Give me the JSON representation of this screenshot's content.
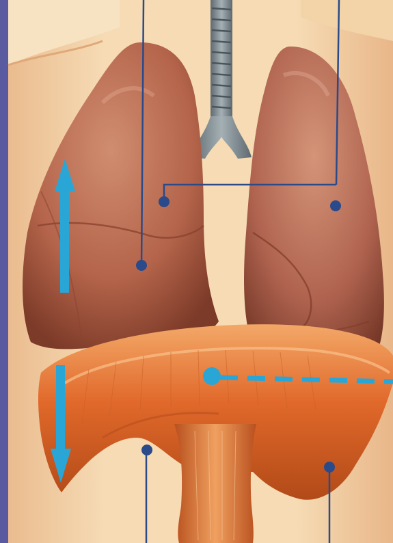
{
  "figure": {
    "kind": "anatomical illustration",
    "colors": {
      "frame": "#5a5aa0",
      "skin": "#f3d3a6",
      "skin_shadow": "#e6b488",
      "lung_right": "#b4644a",
      "lung_right_light": "#cf8c6e",
      "lung_left": "#a85a44",
      "lung_left_light": "#c98468",
      "trachea": "#7e8c92",
      "trachea_ring": "#4e5a60",
      "diaphragm": "#e06a2a",
      "diaphragm_light": "#f5a060",
      "diaphragm_dark": "#b94e1c",
      "label_line": "#2a4a8a",
      "arrow": "#2aa6d6"
    },
    "arrows": [
      {
        "name": "ribcage-expansion-arrow",
        "direction": "up"
      },
      {
        "name": "diaphragm-contraction-arrow",
        "direction": "down"
      }
    ],
    "leader_points": [
      "right-lung-upper-marker",
      "right-lung-lower-marker",
      "left-lung-marker",
      "diaphragm-dome-marker",
      "diaphragm-left-crus-marker",
      "diaphragm-right-crus-marker"
    ]
  }
}
